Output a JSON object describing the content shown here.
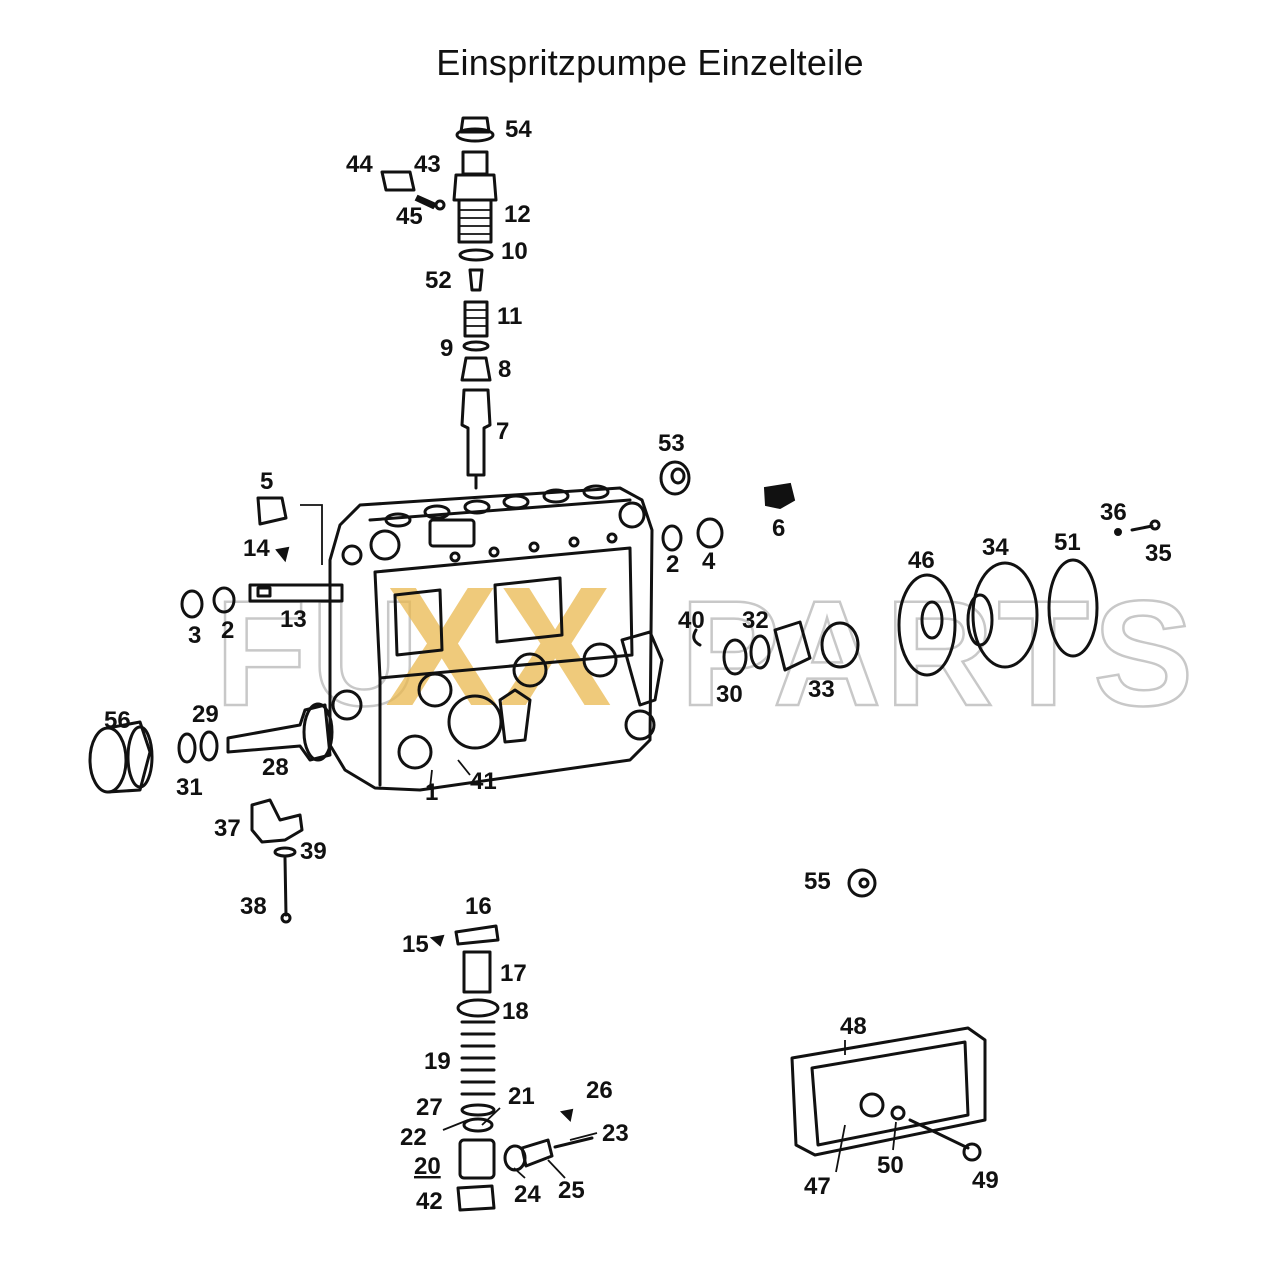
{
  "title": "Einspritzpumpe Einzelteile",
  "watermark": {
    "left": "FU",
    "middle": "XX",
    "right": "PARTS",
    "accent_color": "#eab94f",
    "outline_color": "#c8c8c8"
  },
  "part_labels": [
    {
      "id": "p54",
      "text": "54"
    },
    {
      "id": "p44",
      "text": "44"
    },
    {
      "id": "p43",
      "text": "43"
    },
    {
      "id": "p45",
      "text": "45"
    },
    {
      "id": "p12",
      "text": "12"
    },
    {
      "id": "p10",
      "text": "10"
    },
    {
      "id": "p52",
      "text": "52"
    },
    {
      "id": "p11",
      "text": "11"
    },
    {
      "id": "p9",
      "text": "9"
    },
    {
      "id": "p8",
      "text": "8"
    },
    {
      "id": "p7",
      "text": "7"
    },
    {
      "id": "p53",
      "text": "53"
    },
    {
      "id": "p5",
      "text": "5"
    },
    {
      "id": "p6",
      "text": "6"
    },
    {
      "id": "p36",
      "text": "36"
    },
    {
      "id": "p35",
      "text": "35"
    },
    {
      "id": "p14",
      "text": "14"
    },
    {
      "id": "p2a",
      "text": "2"
    },
    {
      "id": "p4",
      "text": "4"
    },
    {
      "id": "p46",
      "text": "46"
    },
    {
      "id": "p34",
      "text": "34"
    },
    {
      "id": "p51",
      "text": "51"
    },
    {
      "id": "p3",
      "text": "3"
    },
    {
      "id": "p2b",
      "text": "2"
    },
    {
      "id": "p13",
      "text": "13"
    },
    {
      "id": "p40",
      "text": "40"
    },
    {
      "id": "p32",
      "text": "32"
    },
    {
      "id": "p30",
      "text": "30"
    },
    {
      "id": "p33",
      "text": "33"
    },
    {
      "id": "p56",
      "text": "56"
    },
    {
      "id": "p29",
      "text": "29"
    },
    {
      "id": "p31",
      "text": "31"
    },
    {
      "id": "p28",
      "text": "28"
    },
    {
      "id": "p1",
      "text": "1"
    },
    {
      "id": "p41",
      "text": "41"
    },
    {
      "id": "p37",
      "text": "37"
    },
    {
      "id": "p39",
      "text": "39"
    },
    {
      "id": "p38",
      "text": "38"
    },
    {
      "id": "p55",
      "text": "55"
    },
    {
      "id": "p16",
      "text": "16"
    },
    {
      "id": "p15",
      "text": "15"
    },
    {
      "id": "p17",
      "text": "17"
    },
    {
      "id": "p18",
      "text": "18"
    },
    {
      "id": "p19",
      "text": "19"
    },
    {
      "id": "p26",
      "text": "26"
    },
    {
      "id": "p21",
      "text": "21"
    },
    {
      "id": "p27",
      "text": "27"
    },
    {
      "id": "p23",
      "text": "23"
    },
    {
      "id": "p22",
      "text": "22"
    },
    {
      "id": "p20",
      "text": "20"
    },
    {
      "id": "p24",
      "text": "24"
    },
    {
      "id": "p25",
      "text": "25"
    },
    {
      "id": "p42",
      "text": "42"
    },
    {
      "id": "p48",
      "text": "48"
    },
    {
      "id": "p50",
      "text": "50"
    },
    {
      "id": "p47",
      "text": "47"
    },
    {
      "id": "p49",
      "text": "49"
    }
  ]
}
